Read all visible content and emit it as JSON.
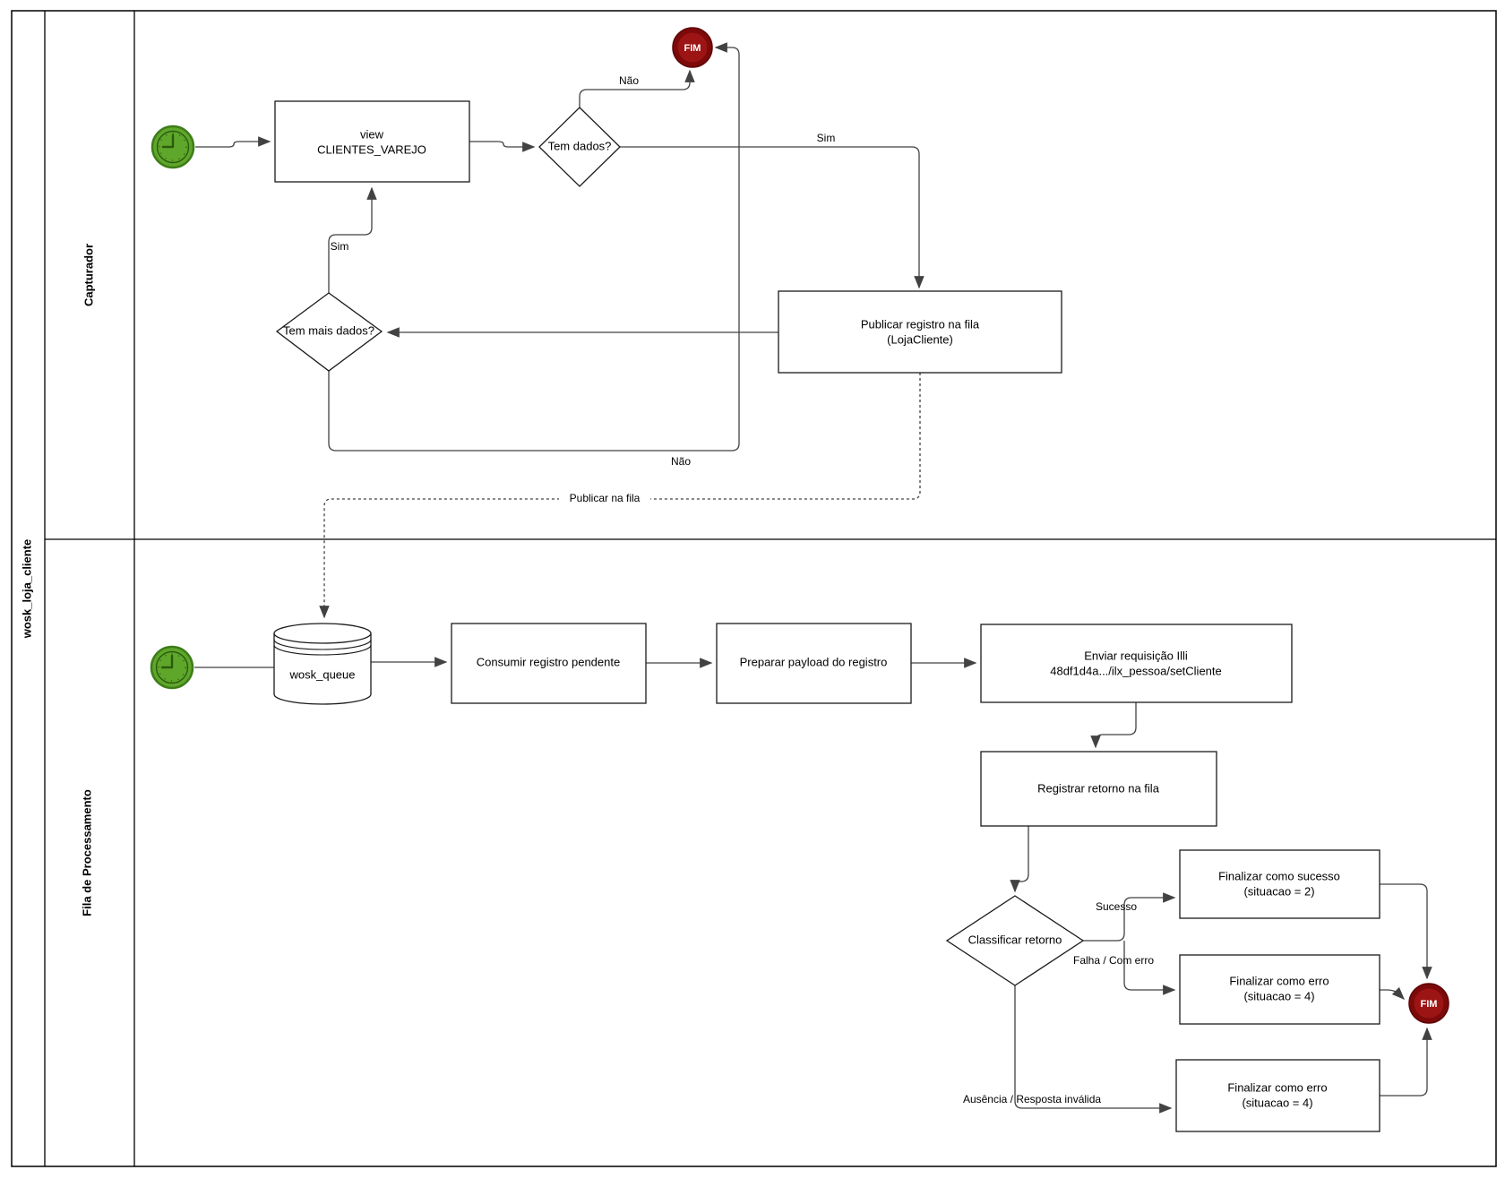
{
  "pool": {
    "title": "wosk_loja_cliente",
    "lanes": [
      {
        "label": "Capturador"
      },
      {
        "label": "Fila de Processamento"
      }
    ]
  },
  "nodes": {
    "view": {
      "line1": "view",
      "line2": "CLIENTES_VAREJO"
    },
    "tem_dados": {
      "label": "Tem dados?"
    },
    "fim_top": {
      "label": "FIM"
    },
    "publicar": {
      "line1": "Publicar registro na fila",
      "line2": "(LojaCliente)"
    },
    "tem_mais_dados": {
      "label": "Tem mais dados?"
    },
    "queue": {
      "label": "wosk_queue"
    },
    "consumir": {
      "label": "Consumir registro pendente"
    },
    "preparar": {
      "label": "Preparar payload do registro"
    },
    "enviar": {
      "line1": "Enviar requisição Illi",
      "line2": "48df1d4a.../ilx_pessoa/setCliente"
    },
    "registrar": {
      "label": "Registrar retorno na fila"
    },
    "classificar": {
      "label": "Classificar retorno"
    },
    "finalizar_sucesso": {
      "line1": "Finalizar como sucesso",
      "line2": "(situacao = 2)"
    },
    "finalizar_erro1": {
      "line1": "Finalizar como erro",
      "line2": "(situacao = 4)"
    },
    "finalizar_erro2": {
      "line1": "Finalizar como erro",
      "line2": "(situacao = 4)"
    },
    "fim_bottom": {
      "label": "FIM"
    }
  },
  "edges": {
    "nao_top": "Não",
    "sim_main": "Sim",
    "sim_loop": "Sim",
    "nao_loop": "Não",
    "publicar_na_fila": "Publicar na fila",
    "sucesso": "Sucesso",
    "falha": "Falha / Com erro",
    "ausencia": "Ausência / Resposta inválida"
  },
  "colors": {
    "start_fill": "#5FA72B",
    "start_ring": "#3E7C18",
    "start_hand": "#2B5B0E",
    "end_fill": "#9C1414",
    "end_ring": "#7D0A0A",
    "line": "#424242"
  }
}
